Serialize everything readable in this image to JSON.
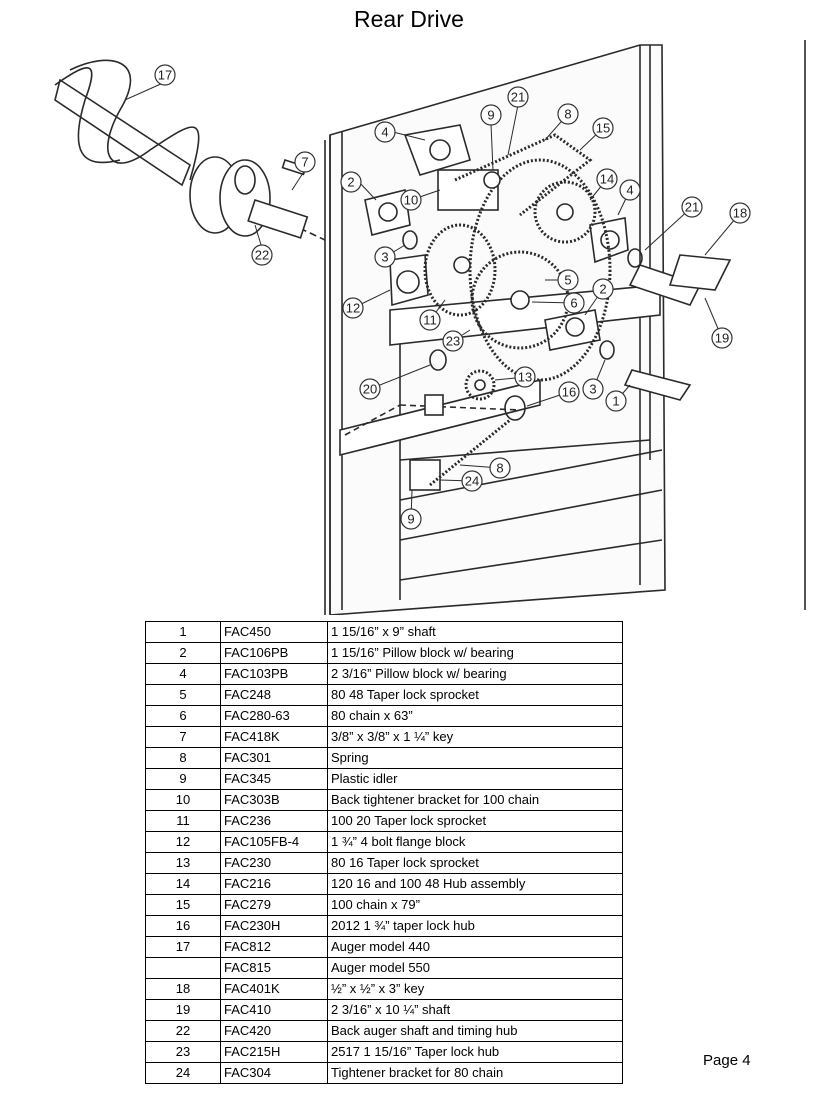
{
  "title": "Rear Drive",
  "diagram": {
    "callouts": [
      "17",
      "7",
      "22",
      "4",
      "2",
      "3",
      "12",
      "10",
      "9",
      "21",
      "8",
      "15",
      "14",
      "4",
      "5",
      "6",
      "2",
      "11",
      "23",
      "13",
      "3",
      "20",
      "16",
      "1",
      "21",
      "18",
      "19",
      "8",
      "24",
      "9"
    ]
  },
  "parts": [
    {
      "num": "1",
      "part": "FAC450",
      "desc": "1 15/16” x 9” shaft"
    },
    {
      "num": "2",
      "part": "FAC106PB",
      "desc": "1 15/16” Pillow block w/ bearing"
    },
    {
      "num": "4",
      "part": "FAC103PB",
      "desc": "2 3/16” Pillow block w/ bearing"
    },
    {
      "num": "5",
      "part": "FAC248",
      "desc": "80 48 Taper lock sprocket"
    },
    {
      "num": "6",
      "part": "FAC280-63",
      "desc": "80 chain x 63”"
    },
    {
      "num": "7",
      "part": "FAC418K",
      "desc": "3/8” x 3/8” x 1 ¼” key"
    },
    {
      "num": "8",
      "part": "FAC301",
      "desc": "Spring"
    },
    {
      "num": "9",
      "part": "FAC345",
      "desc": "Plastic idler"
    },
    {
      "num": "10",
      "part": "FAC303B",
      "desc": "Back tightener bracket for 100 chain"
    },
    {
      "num": "11",
      "part": "FAC236",
      "desc": "100 20 Taper lock sprocket"
    },
    {
      "num": "12",
      "part": "FAC105FB-4",
      "desc": "1 ¾” 4 bolt flange block"
    },
    {
      "num": "13",
      "part": "FAC230",
      "desc": "80 16 Taper lock sprocket"
    },
    {
      "num": "14",
      "part": "FAC216",
      "desc": "120 16 and 100 48 Hub assembly"
    },
    {
      "num": "15",
      "part": "FAC279",
      "desc": "100 chain x 79”"
    },
    {
      "num": "16",
      "part": "FAC230H",
      "desc": "2012 1 ¾” taper lock hub"
    },
    {
      "num": "17",
      "part": "FAC812",
      "desc": "Auger model 440"
    },
    {
      "num": "",
      "part": "FAC815",
      "desc": "Auger model 550"
    },
    {
      "num": "18",
      "part": "FAC401K",
      "desc": "½” x ½” x 3” key"
    },
    {
      "num": "19",
      "part": "FAC410",
      "desc": "2 3/16” x 10 ¼” shaft"
    },
    {
      "num": "22",
      "part": "FAC420",
      "desc": "Back auger shaft and timing hub"
    },
    {
      "num": "23",
      "part": "FAC215H",
      "desc": "2517 1 15/16” Taper lock hub"
    },
    {
      "num": "24",
      "part": "FAC304",
      "desc": "Tightener bracket for 80 chain"
    }
  ],
  "page_label": "Page 4"
}
